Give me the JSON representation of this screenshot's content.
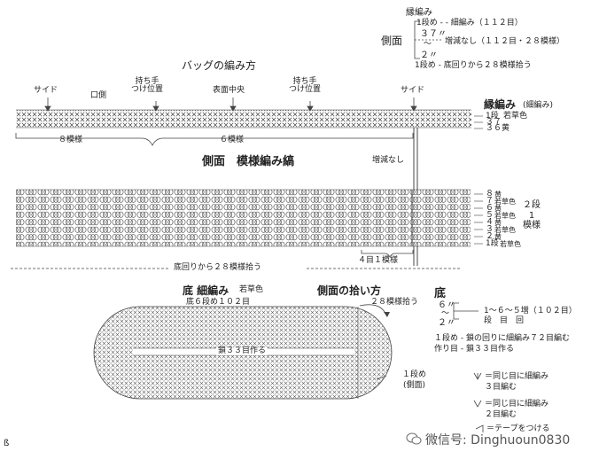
{
  "header_top": {
    "title": "縁編み",
    "row1": "1段め - - 細編み（１１２目）",
    "row37": "３７〃",
    "tilde": "～",
    "row2": "２〃",
    "side_label": "側面",
    "no_change": "増減なし（１１２目・２８模様）",
    "row1b": "1段め - 底回りから２８模様拾う"
  },
  "bag_title": "バッグの編み方",
  "top_labels": {
    "side_left": "サイド",
    "opening": "口側",
    "handle_left": "持ち手\nつけ位置",
    "center_front": "表面中央",
    "handle_right": "持ち手\nつけ位置",
    "side_right": "サイド"
  },
  "border_legend": {
    "title": "縁編み",
    "title_sub": "(細編み)",
    "row1": "1段",
    "row1_color": "若草色",
    "row37": "３７",
    "row36": "３６",
    "row36_color": "黄"
  },
  "pattern_counts": {
    "left": "８模様",
    "right": "６模様"
  },
  "side_chart_title": "側面　模様編み縞",
  "no_change_label": "増減なし",
  "stripe_legend": {
    "rows": [
      {
        "n": "８",
        "color": "黄"
      },
      {
        "n": "７",
        "color": "若草色"
      },
      {
        "n": "６",
        "color": "黄"
      },
      {
        "n": "５",
        "color": "若草色"
      },
      {
        "n": "４",
        "color": "黄"
      },
      {
        "n": "３",
        "color": "若草色"
      },
      {
        "n": "２",
        "color": "黄"
      },
      {
        "n": "1段",
        "color": "若草色"
      }
    ],
    "repeat_note": "２段\n1\n模様"
  },
  "rows_per_pattern": "４目１模様",
  "pickup_note": "底回りから２８模様拾う",
  "bottom": {
    "title": "底 細編み",
    "title_color": "若草色",
    "row6": "底６段め１０２目",
    "chain": "鎖３３目作る",
    "side_pickup_title": "側面の拾い方",
    "pickup28": "２８模様拾う",
    "row1_label": "１段め\n(側面)"
  },
  "bottom_legend": {
    "title": "底",
    "row6": "６〃",
    "tilde": "～",
    "row2": "２〃",
    "increase": "1～６～５増（１０２目）",
    "cols": "段　目　回",
    "row1": "１段め - 鎖の回りに細編み７２目編む",
    "start": "作り目 - 鎖３３目作る"
  },
  "symbol_legend": {
    "s1": "＝同じ目に細編み\n３目編む",
    "s2": "＝同じ目に細編み\n２目編む",
    "s3": "＝テープをつける"
  },
  "page_mark": "ß",
  "watermark": "微信号: Dinghuoun0830"
}
